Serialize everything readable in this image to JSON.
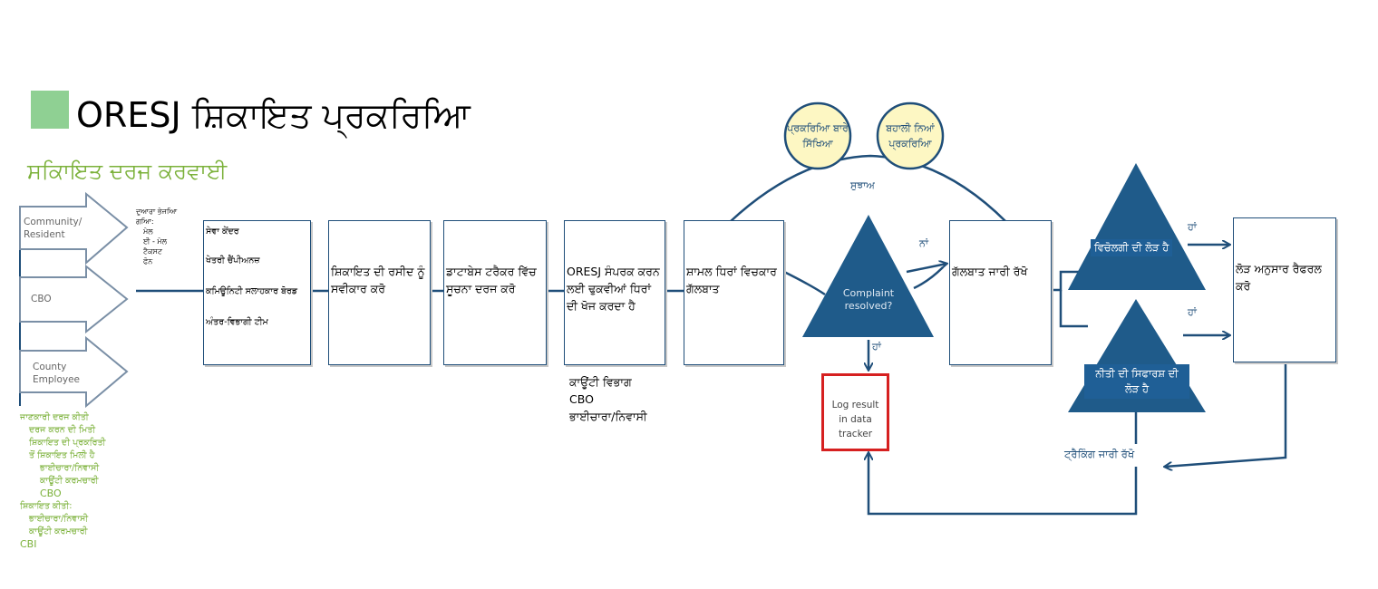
{
  "title": "ORESJ ਸ਼ਿਕਾਇਤ ਪ੍ਰਕਰਿਆਿ",
  "subtitle": "ਸਕਿਾਇਤ ਦਰਜ ਕਰਵਾਈ",
  "sources": [
    "Community/\nResident",
    "CBO",
    "County\nEmployee"
  ],
  "submitted_via": {
    "heading": "ਦੁਆਰਾ ਭੇਜਆਿ ਗਆਿ:",
    "items": [
      "ਮੇਲ",
      "ਈ - ਮੇਲ",
      "ਟੈਕਸਟ",
      "ਫੋਨ"
    ]
  },
  "intake_box": [
    "ਸੇਵਾ ਕੇਂਦਰ",
    "ਖੇਤਰੀ ਚੈਂਪੀਅਨਜ਼",
    "ਕਮਿਊਨਿਟੀ ਸਲਾਹਕਾਰ ਬੋਰਡ",
    "ਅੰਤਰ-ਵਿਭਾਗੀ ਟੀਮ"
  ],
  "steps": [
    "ਸ਼ਿਕਾਇਤ ਦੀ ਰਸੀਦ ਨੂੰ ਸਵੀਕਾਰ ਕਰੋ",
    "ਡਾਟਾਬੇਸ ਟਰੈਕਰ ਵਿੱਚ ਸੂਚਨਾ ਦਰਜ ਕਰੋ",
    "ORESJ ਸੰਪਰਕ ਕਰਨ ਲਈ ਢੁਕਵੀਆਂ ਧਿਰਾਂ ਦੀ ਖੋਜ ਕਰਦਾ ਹੈ",
    "ਸ਼ਾਮਲ ਧਿਰਾਂ ਵਿਚਕਾਰ ਗੱਲਬਾਤ",
    "ਗੱਲਬਾਤ ਜਾਰੀ ਰੱਖੋ",
    "ਲੋੜ ਅਨੁਸਾਰ ਰੈਫਰਲ ਕਰੋ"
  ],
  "parties": [
    "ਕਾਊਂਟੀ ਵਿਭਾਗ",
    "CBO",
    "ਭਾਈਚਾਰਾ/ਨਿਵਾਸੀ"
  ],
  "circles": [
    "ਪ੍ਰਕਰਿਆਿ ਬਾਰੇ ਸਿੱਖਿਆ",
    "ਬਹਾਲੀ ਨਿਆਂ ਪ੍ਰਕਰਿਆਿ"
  ],
  "suggestion": "ਸੁਝਾਅ",
  "decision": "Complaint resolved?",
  "no_label": "ਨਾਂ",
  "yes_label": "ਹਾਂ",
  "log_box": "Log result in data tracker",
  "mediation": "ਵਿਚੋਲਗੀ ਦੀ ਲੋੜ ਹੈ",
  "policy": "ਨੀਤੀ ਦੀ ਸਿਫਾਰਸ਼ ਦੀ ਲੋੜ ਹੈ",
  "tracking": "ਟ੍ਰੈਕਿੰਗ ਜਾਰੀ ਰੱਖੋ",
  "info_recorded": [
    "ਜਾਣਕਾਰੀ ਦਰਜ ਕੀਤੀ",
    "ਦਰਜ ਕਰਨ ਦੀ ਮਿਤੀ",
    "ਸ਼ਿਕਾਇਤ ਦੀ ਪ੍ਰਕਰਿਤੀ",
    "ਤੋਂ ਸ਼ਿਕਾਇਤ ਮਿਲੀ ਹੈ",
    "ਭਾਈਚਾਰਾ/ਨਿਵਾਸੀ",
    "ਕਾਊਂਟੀ ਕਰਮਚਾਰੀ",
    "CBO",
    "ਸ਼ਿਕਾਇਤ ਕੀਤੀ:",
    "ਭਾਈਚਾਰਾ/ਨਿਵਾਸੀ",
    "ਕਾਊਂਟੀ ਕਰਮਚਾਰੀ",
    "CBI"
  ],
  "colors": {
    "navy": "#1f4e79",
    "triangle": "#1f5b8a",
    "accent_green": "#6a9a3a",
    "circle_fill": "#fdf7c3",
    "log_border": "#d62020"
  }
}
